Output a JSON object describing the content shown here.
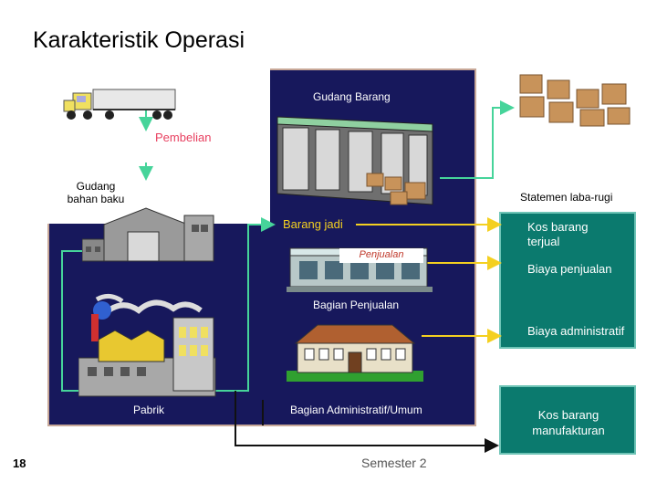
{
  "title": "Karakteristik Operasi",
  "labels": {
    "gudang_barang": "Gudang Barang",
    "pembelian": "Pembelian",
    "gudang_bahan_baku": "Gudang bahan baku",
    "statemen": "Statemen laba-rugi",
    "barang_jadi": "Barang jadi",
    "penjualan": "Penjualan",
    "bagian_penjualan": "Bagian Penjualan",
    "pabrik": "Pabrik",
    "bagian_admin": "Bagian Administratif/Umum"
  },
  "statement_items": [
    "Kos barang terjual",
    "Biaya penjualan",
    "Biaya administratif"
  ],
  "kos_manufaktur": "Kos barang manufakturan",
  "footer": {
    "page_number": "18",
    "semester": "Semester 2"
  },
  "colors": {
    "panel": "#17185c",
    "green_box": "#0b7a6e",
    "arrow_green": "#46d49a",
    "arrow_yellow": "#f4d020"
  }
}
